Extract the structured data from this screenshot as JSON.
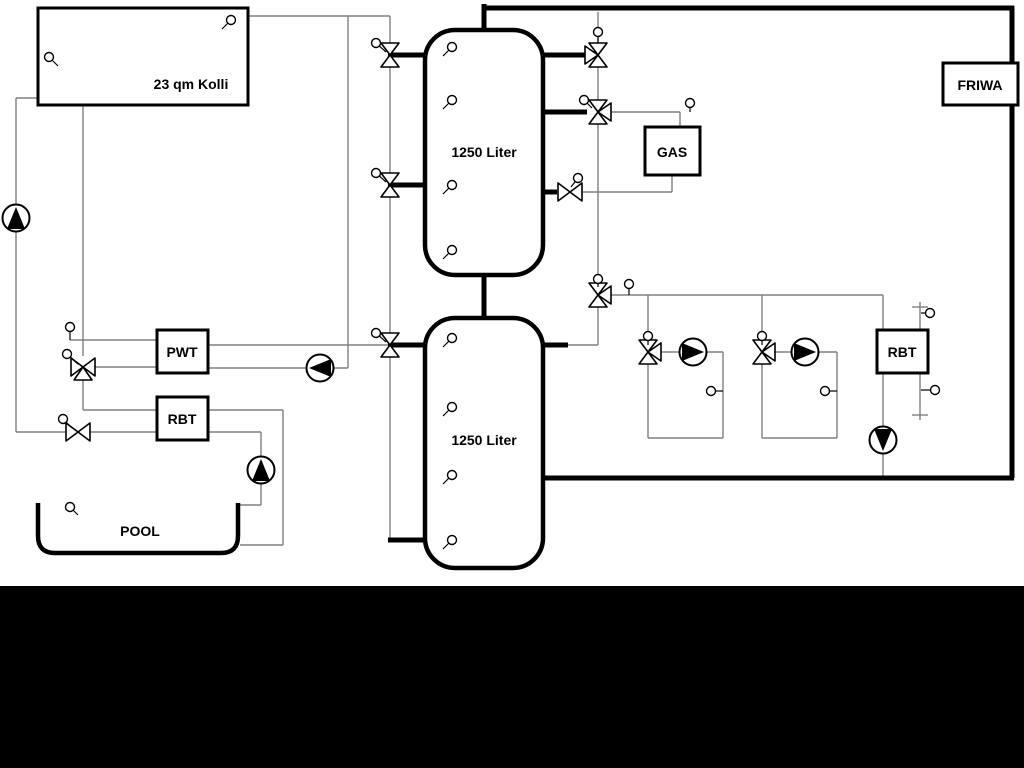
{
  "diagram": {
    "collector": {
      "label": "23 qm Kolli"
    },
    "tanks": [
      {
        "label": "1250 Liter"
      },
      {
        "label": "1250 Liter"
      }
    ],
    "heat_exchanger": {
      "label": "PWT"
    },
    "pool_heat_exchanger": {
      "label": "RBT"
    },
    "boiler": {
      "label": "GAS"
    },
    "fresh_water_station": {
      "label": "FRIWA"
    },
    "rbt_right": {
      "label": "RBT"
    },
    "pool": {
      "label": "POOL"
    }
  },
  "icons": {
    "pump": "circle-with-filled-triangle",
    "valve": "bowtie-triangles",
    "sensor": "small-circle-with-stem"
  },
  "colors": {
    "background": "#ffffff",
    "thin_line": "#808080",
    "pipe": "#000000",
    "text": "#000000",
    "bottom_band": "#000000"
  }
}
